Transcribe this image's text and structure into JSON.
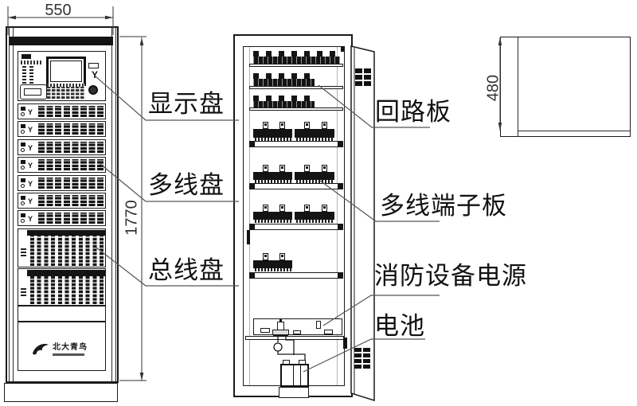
{
  "dimensions": {
    "front_width": "550",
    "front_height": "1770",
    "side_depth": "480"
  },
  "labels": {
    "display_panel": "显示盘",
    "multi_line_panel": "多线盘",
    "bus_panel": "总线盘",
    "loop_board": "回路板",
    "multi_line_terminal_board": "多线端子板",
    "fire_equipment_power": "消防设备电源",
    "battery": "电池"
  },
  "logo": {
    "brand": "北大青鸟"
  },
  "colors": {
    "line": "#1a1a1a",
    "leader": "#555555",
    "background": "#ffffff"
  }
}
